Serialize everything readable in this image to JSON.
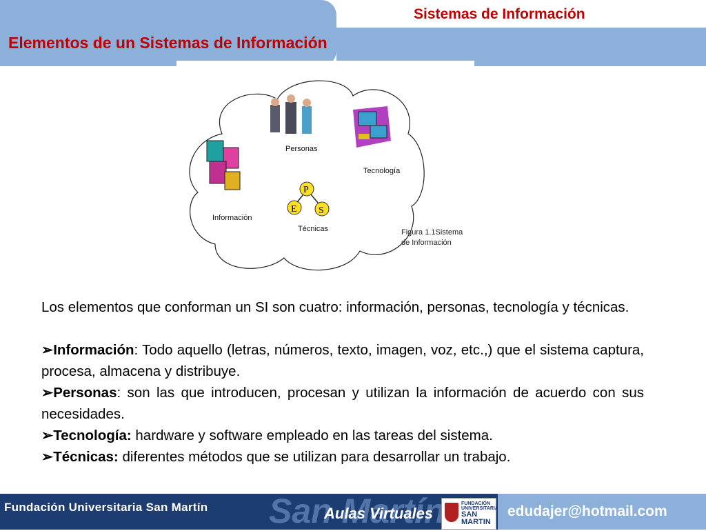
{
  "header": {
    "course_title": "Sistemas de Información",
    "slide_title": "Elementos de un Sistemas de Información"
  },
  "figure": {
    "labels": {
      "personas": "Personas",
      "tecnologia": "Tecnología",
      "informacion": "Información",
      "tecnicas": "Técnicas",
      "p": "P",
      "e": "E",
      "s": "S"
    },
    "caption_line1": "Figura 1.1Sistema",
    "caption_line2": "de Información"
  },
  "body": {
    "intro": "Los elementos que conforman un SI son cuatro: información, personas, tecnología  y técnicas.",
    "arrow": "➢",
    "bullets": [
      {
        "term": "Información",
        "text": ":  Todo aquello (letras, números, texto, imagen, voz, etc.,) que el  sistema captura, procesa, almacena y distribuye."
      },
      {
        "term": "Personas",
        "text": ": son las que introducen, procesan y utilizan la información de acuerdo con sus necesidades."
      },
      {
        "term": "Tecnología:",
        "text": " hardware y software empleado en las tareas del sistema."
      },
      {
        "term": "Técnicas:",
        "text": " diferentes métodos que se utilizan para desarrollar un trabajo."
      }
    ]
  },
  "footer": {
    "organization": "Fundación Universitaria San Martín",
    "watermark": "San Martín",
    "aulas": "Aulas Virtuales",
    "logo_line1": "FUNDACIÓN UNIVERSITARIA",
    "logo_line2": "SAN MARTIN",
    "email": "edudajer@hotmail.com"
  },
  "colors": {
    "header_blue": "#8cb0da",
    "title_red": "#c00000",
    "footer_navy": "#1c3c72"
  }
}
